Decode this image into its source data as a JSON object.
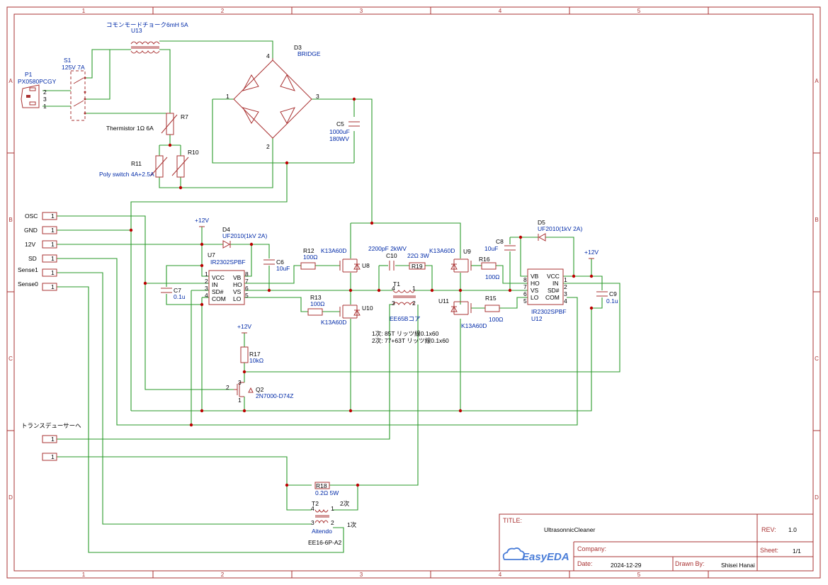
{
  "frame": {
    "cols": [
      "1",
      "2",
      "3",
      "4",
      "5"
    ],
    "rows": [
      "A",
      "B",
      "C",
      "D"
    ]
  },
  "components": {
    "u13": {
      "ref": "U13",
      "value": "コモンモードチョーク6mH 5A"
    },
    "s1": {
      "ref": "S1",
      "value": "125V 7A"
    },
    "p1": {
      "ref": "P1",
      "value": "PX0580PCGY",
      "pins": [
        "2",
        "3",
        "1"
      ]
    },
    "d3": {
      "ref": "D3",
      "value": "BRIDGE",
      "pins": [
        "4",
        "1",
        "3",
        "2"
      ]
    },
    "r7": {
      "ref": "R7",
      "value": "Thermistor 1Ω 6A"
    },
    "r10": {
      "ref": "R10"
    },
    "r11": {
      "ref": "R11",
      "value": "Poly switch 4A+2.5A"
    },
    "c5": {
      "ref": "C5",
      "value1": "1000uF",
      "value2": "180WV"
    },
    "d4": {
      "ref": "D4",
      "value": "UF2010(1kV 2A)"
    },
    "d5": {
      "ref": "D5",
      "value": "UF2010(1kV 2A)"
    },
    "u7": {
      "ref": "U7",
      "value": "IR2302SPBF",
      "pins_left": [
        "VCC",
        "IN",
        "SD#",
        "COM"
      ],
      "pins_right": [
        "VB",
        "HO",
        "VS",
        "LO"
      ],
      "nums_left": [
        "1",
        "2",
        "3",
        "4"
      ],
      "nums_right": [
        "8",
        "7",
        "6",
        "5"
      ]
    },
    "u12": {
      "ref": "U12",
      "value": "IR2302SPBF",
      "pins_left": [
        "VB",
        "HO",
        "VS",
        "LO"
      ],
      "pins_right": [
        "VCC",
        "IN",
        "SD#",
        "COM"
      ],
      "nums_left": [
        "8",
        "7",
        "6",
        "5"
      ],
      "nums_right": [
        "1",
        "2",
        "3",
        "4"
      ]
    },
    "c6": {
      "ref": "C6",
      "value": "10uF"
    },
    "c7": {
      "ref": "C7",
      "value": "0.1u"
    },
    "c8": {
      "ref": "C8",
      "value": "10uF"
    },
    "c9": {
      "ref": "C9",
      "value": "0.1u"
    },
    "r12": {
      "ref": "R12",
      "value": "100Ω"
    },
    "r13": {
      "ref": "R13",
      "value": "100Ω"
    },
    "r15": {
      "ref": "R15",
      "value": "100Ω"
    },
    "r16": {
      "ref": "R16",
      "value": "100Ω"
    },
    "r17": {
      "ref": "R17",
      "value": "10kΩ"
    },
    "r18": {
      "ref": "R18",
      "value": "0.2Ω 5W"
    },
    "r19": {
      "ref": "R19",
      "value": "22Ω 3W"
    },
    "c10": {
      "ref": "C10",
      "value": "2200pF 2kWV"
    },
    "u8": {
      "ref": "U8",
      "value": "K13A60D"
    },
    "u9": {
      "ref": "U9",
      "value": "K13A60D"
    },
    "u10": {
      "ref": "U10",
      "value": "K13A60D"
    },
    "u11": {
      "ref": "U11",
      "value": "K13A60D"
    },
    "t1": {
      "ref": "T1",
      "value": "EE65Bコア",
      "pins": [
        "4",
        "1",
        "3",
        "2"
      ],
      "note1": "1次: 85T リッツ線0.1x60",
      "note2": "2次: 77+63T リッツ線0.1x60"
    },
    "t2": {
      "ref": "T2",
      "value": "Aitendo",
      "part": "EE16-6P-A2",
      "pins": [
        "4",
        "1",
        "3",
        "2"
      ],
      "sec": "2次",
      "pri": "1次"
    },
    "q2": {
      "ref": "Q2",
      "value": "2N7000-D74Z",
      "pins": [
        "2",
        "3",
        "1"
      ]
    },
    "vcc12": "+12V",
    "to_transducer": "トランスデューサーへ"
  },
  "connectors": [
    {
      "label": "OSC",
      "pin": "1"
    },
    {
      "label": "GND",
      "pin": "1"
    },
    {
      "label": "12V",
      "pin": "1"
    },
    {
      "label": "SD",
      "pin": "1"
    },
    {
      "label": "Sense1",
      "pin": "1"
    },
    {
      "label": "Sense0",
      "pin": "1"
    },
    {
      "label": "",
      "pin": "1"
    },
    {
      "label": "",
      "pin": "1"
    }
  ],
  "title_block": {
    "title_label": "TITLE:",
    "title": "UltrasonnicCleaner",
    "rev_label": "REV:",
    "rev": "1.0",
    "company_label": "Company:",
    "sheet_label": "Sheet:",
    "sheet": "1/1",
    "date_label": "Date:",
    "date": "2024-12-29",
    "drawn_label": "Drawn By:",
    "drawn": "Shisei Hanai",
    "logo": "EasyEDA"
  }
}
